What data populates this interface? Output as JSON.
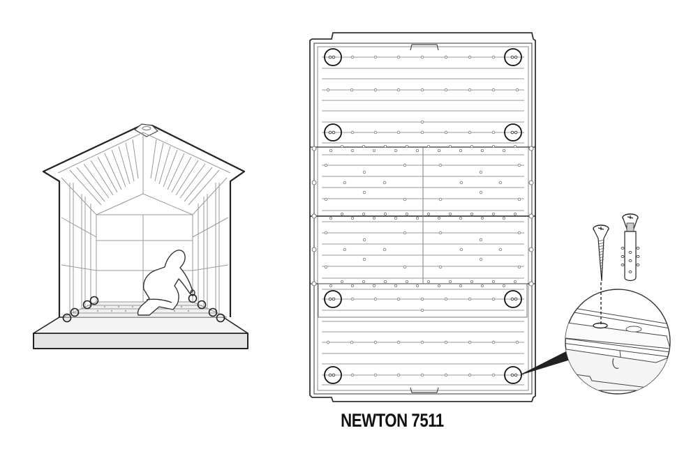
{
  "caption": {
    "model_name": "NEWTON 7511"
  },
  "illustrations": {
    "shed_interior": "Shed interior with person kneeling, fastening floor to foundation; circled fastening points along floor edges",
    "floor_plan": "Top-down shed floor panel layout with 8 circled anchor points at corners and mid-sections",
    "detail_callout": "Magnified circle showing screw and wall plug (anchor) inserted through floor hole"
  },
  "parts": {
    "screw": "screw-icon",
    "wall_plug": "anchor-plug-icon"
  },
  "colors": {
    "line": "#1a1a1a",
    "light_line": "#9a9a9a",
    "base_fill": "#e6e6e6",
    "background": "#ffffff"
  },
  "floor_plan": {
    "anchor_circle_count": 8,
    "panel_sections": 4
  }
}
